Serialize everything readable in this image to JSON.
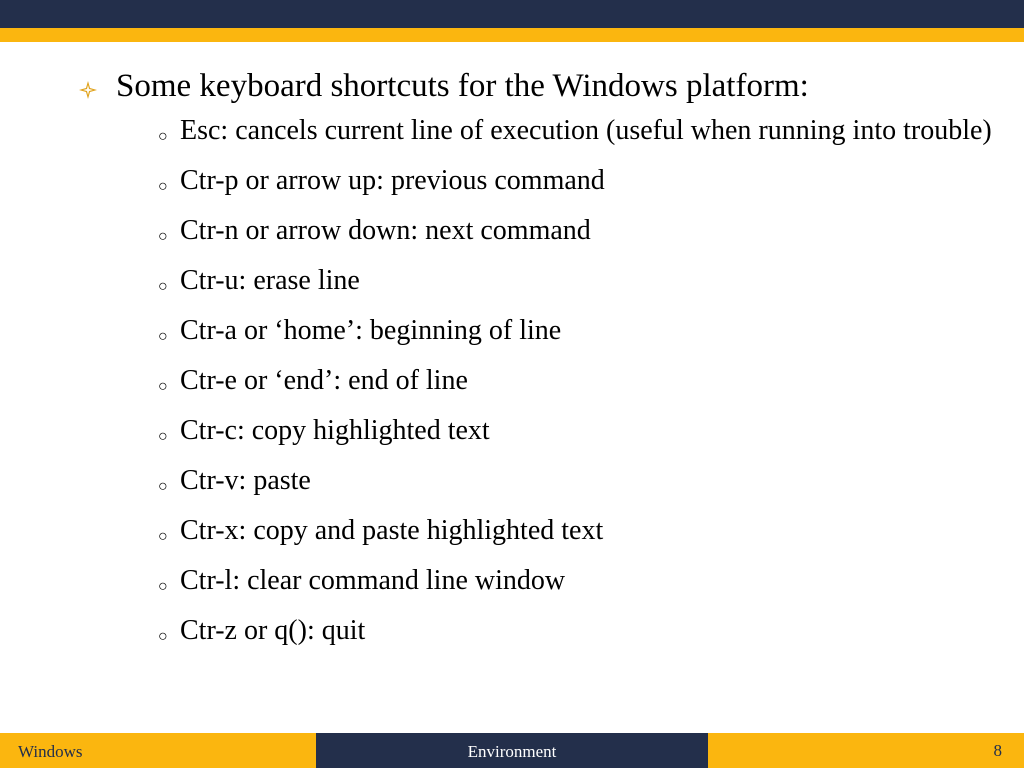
{
  "slide": {
    "heading": "Some keyboard shortcuts for the Windows platform:",
    "items": [
      "Esc: cancels current line of execution (useful when running into trouble)",
      "Ctr-p or arrow up: previous command",
      "Ctr-n or arrow down: next command",
      "Ctr-u: erase line",
      "Ctr-a or ‘home’: beginning of line",
      "Ctr-e or ‘end’: end of line",
      "Ctr-c: copy highlighted text",
      "Ctr-v: paste",
      "Ctr-x: copy and paste highlighted text",
      "Ctr-l: clear command line window",
      "Ctr-z or q(): quit"
    ]
  },
  "footer": {
    "left": "Windows",
    "center": "Environment",
    "page_number": "8"
  },
  "colors": {
    "navy": "#232f4b",
    "gold": "#fbb60f",
    "bullet_gold": "#e0a21a"
  },
  "icons": {
    "main_bullet": "diamond-icon",
    "sub_bullet": "circle-icon"
  }
}
